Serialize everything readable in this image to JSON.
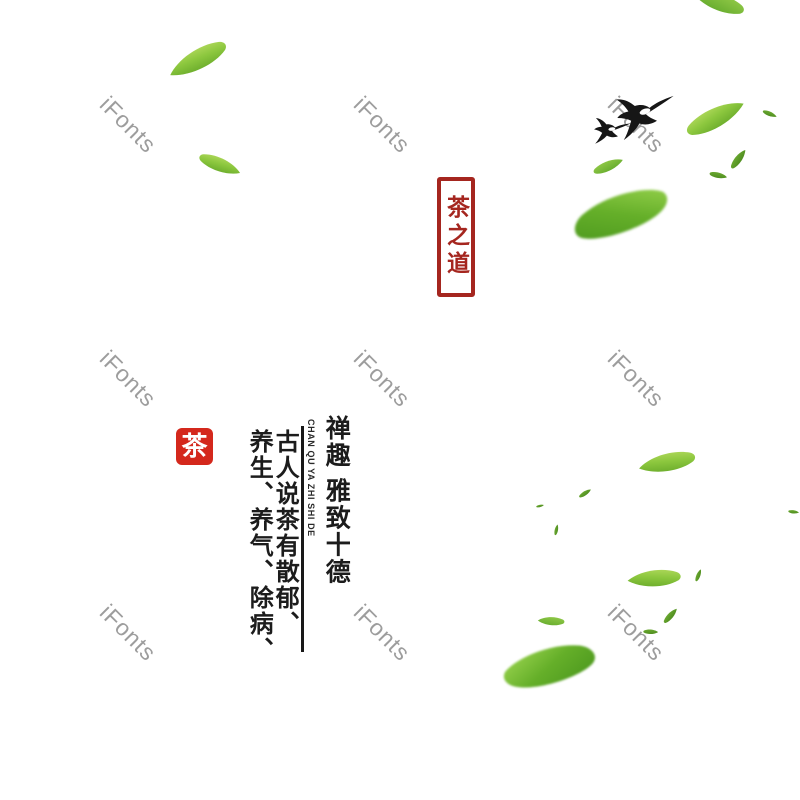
{
  "watermark": {
    "text": "iFonts",
    "color": "#8c8c8c"
  },
  "seal_large": {
    "chars": "茶之道",
    "color": "#a5261f"
  },
  "seal_small": {
    "char": "茶",
    "bg_color": "#d4281c",
    "text_color": "#ffffff"
  },
  "heading": {
    "cn": "禅趣 雅致十德",
    "latin": "CHAN QU YA ZHI SHI DE"
  },
  "quote": {
    "full": "古人说茶有散郁、养生、养气、除病、",
    "col_right": "古人说茶有散郁、",
    "col_left": "养生、养气、除病、"
  },
  "palette": {
    "background": "#ffffff",
    "leaf_green_light": "#c9e470",
    "leaf_green_mid": "#8cc73e",
    "leaf_green_dark": "#417f17",
    "bird_black": "#161616",
    "text_black": "#1c1c1c",
    "divider_black": "#181818"
  }
}
